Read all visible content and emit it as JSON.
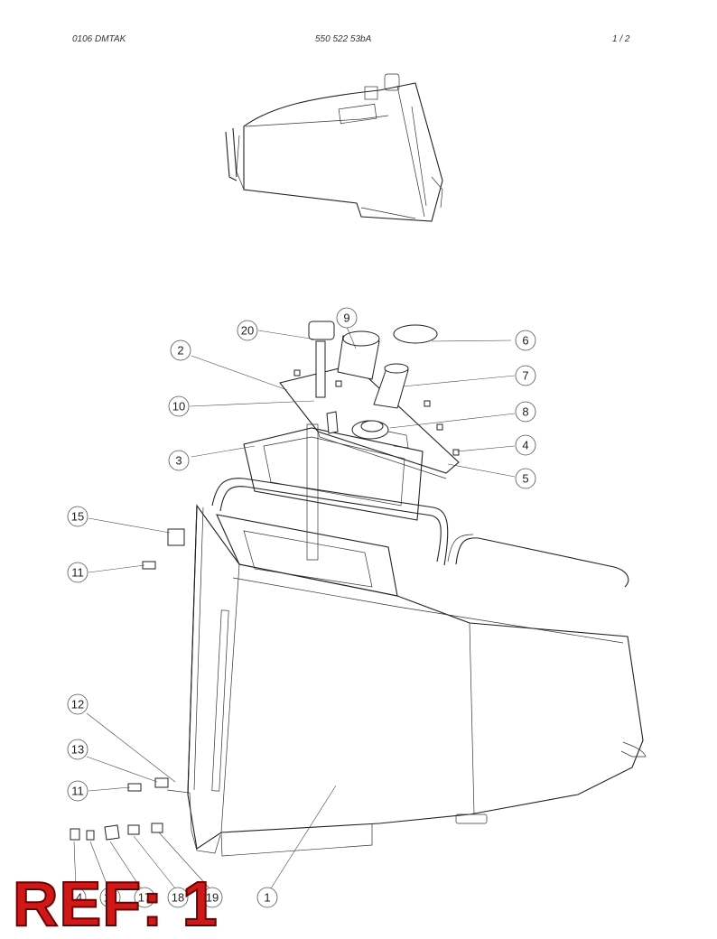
{
  "header": {
    "left": "0106 DMTAK",
    "center": "550 522 53bA",
    "right": "1 /   2"
  },
  "callouts": [
    "20",
    "9",
    "6",
    "2",
    "7",
    "10",
    "8",
    "4",
    "3",
    "5",
    "15",
    "11",
    "12",
    "13",
    "11",
    "1",
    "14",
    "16",
    "17",
    "18",
    "19"
  ],
  "ref_label": "REF: 1",
  "colors": {
    "ref_fill": "#d01818",
    "line": "#222222"
  }
}
